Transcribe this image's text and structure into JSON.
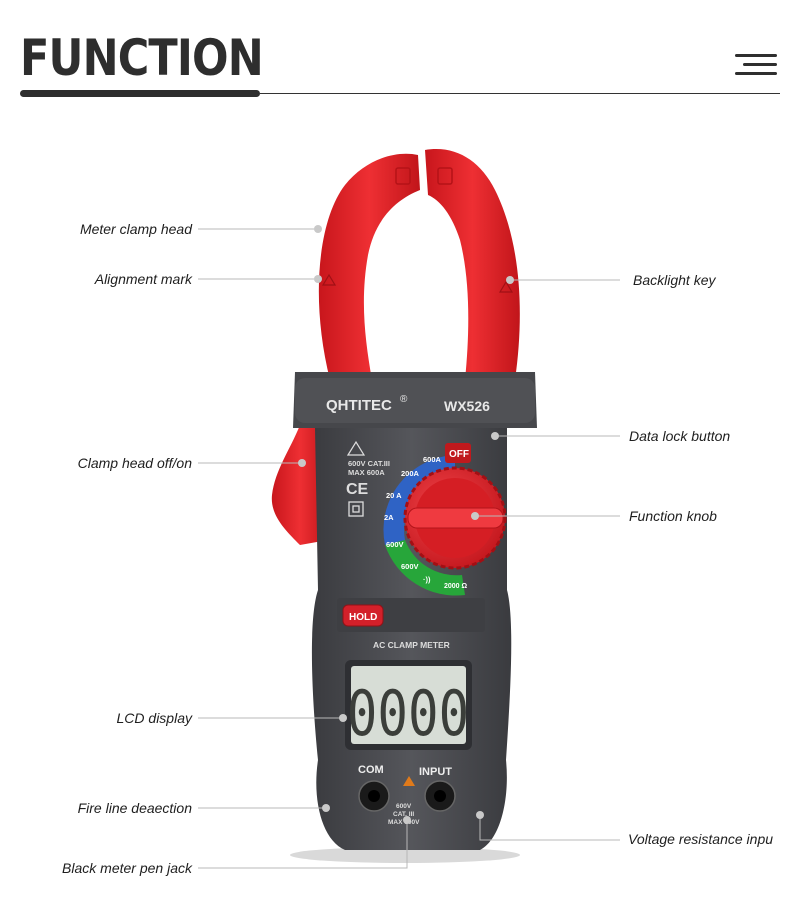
{
  "header": {
    "title": "FUNCTION"
  },
  "device": {
    "brand": "QHTITEC",
    "registered": "®",
    "model": "WX526",
    "hold_label": "HOLD",
    "panel_label": "AC CLAMP METER",
    "off_label": "OFF",
    "rating_line1": "600V CAT.III",
    "rating_line2": "MAX 600A",
    "ce_mark": "CE",
    "lcd_value": "0000",
    "com_label": "COM",
    "input_label": "INPUT",
    "jack_line1": "600V",
    "jack_line2": "CAT. III",
    "jack_line3": "MAX 600V",
    "ranges": [
      "600A",
      "200A",
      "20 A",
      "2A",
      "600V",
      "600V",
      "·))",
      "2000 Ω"
    ]
  },
  "callouts": {
    "meter_clamp_head": "Meter clamp head",
    "alignment_mark": "Alignment mark",
    "backlight_key": "Backlight key",
    "data_lock_button": "Data lock button",
    "clamp_head_off_on": "Clamp head off/on",
    "function_knob": "Function knob",
    "lcd_display": "LCD display",
    "fire_line_detection": "Fire line deaection",
    "voltage_resistance_input": "Voltage resistance inpu",
    "black_meter_pen_jack": "Black meter pen jack"
  },
  "colors": {
    "clamp_red": "#e8242a",
    "body_gray": "#4a4b4f",
    "accent_blue": "#2f63c5",
    "accent_green": "#27a63a"
  }
}
